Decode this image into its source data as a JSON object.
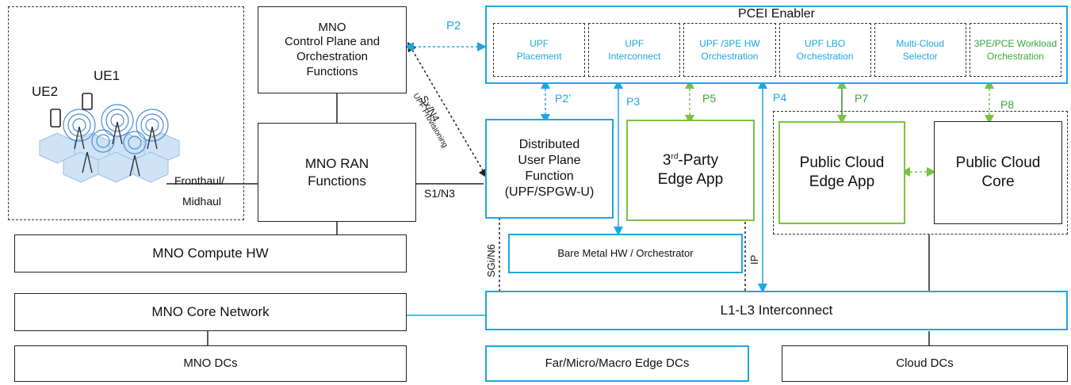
{
  "ue_cluster": {
    "ue1": "UE1",
    "ue2": "UE2"
  },
  "mno": {
    "control_plane": [
      "MNO",
      "Control Plane and",
      "Orchestration",
      "Functions"
    ],
    "ran": [
      "MNO RAN",
      "Functions"
    ],
    "compute_hw": "MNO Compute HW",
    "core_network": "MNO Core Network",
    "dcs": "MNO DCs"
  },
  "pcei": {
    "title": "PCEI Enabler",
    "modules": [
      {
        "lines": [
          "UPF",
          "Placement"
        ],
        "color": "#1ea7e0"
      },
      {
        "lines": [
          "UPF",
          "Interconnect"
        ],
        "color": "#1ea7e0"
      },
      {
        "lines": [
          "UPF /3PE HW",
          "Orchestration"
        ],
        "color": "#1ea7e0"
      },
      {
        "lines": [
          "UPF LBO",
          "Orchestration"
        ],
        "color": "#1ea7e0"
      },
      {
        "lines": [
          "Multi-Cloud",
          "Selector"
        ],
        "color": "#1ea7e0"
      },
      {
        "lines": [
          "3PE/PCE Workload",
          "Orchestration"
        ],
        "color": "#3aa63a"
      }
    ]
  },
  "upf": [
    "Distributed",
    "User Plane",
    "Function",
    "(UPF/SPGW-U)"
  ],
  "third_party": {
    "line1_pre": "3",
    "line1_sup": "rd",
    "line1_post": "-Party",
    "line2": "Edge App"
  },
  "public_cloud_edge": [
    "Public Cloud",
    "Edge App"
  ],
  "public_cloud_core": [
    "Public Cloud",
    "Core"
  ],
  "bare_metal": "Bare Metal HW / Orchestrator",
  "interconnect": "L1-L3 Interconnect",
  "edge_dcs": "Far/Micro/Macro Edge DCs",
  "cloud_dcs": "Cloud DCs",
  "labels": {
    "p2": "P2",
    "p2prime": "P2’",
    "p3": "P3",
    "p4": "P4",
    "p5": "P5",
    "p7": "P7",
    "p8": "P8",
    "sx_n4": "Sx/N4",
    "upf_provisioning": "UPF Provisioning",
    "fronthaul": "Fronthaul/",
    "midhaul": "Midhaul",
    "s1_n3": "S1/N3",
    "sgi_n6": "SGi/N6",
    "ip": "IP"
  },
  "colors": {
    "blue": "#1ea7e0",
    "green": "#7cc242",
    "black": "#222222"
  }
}
